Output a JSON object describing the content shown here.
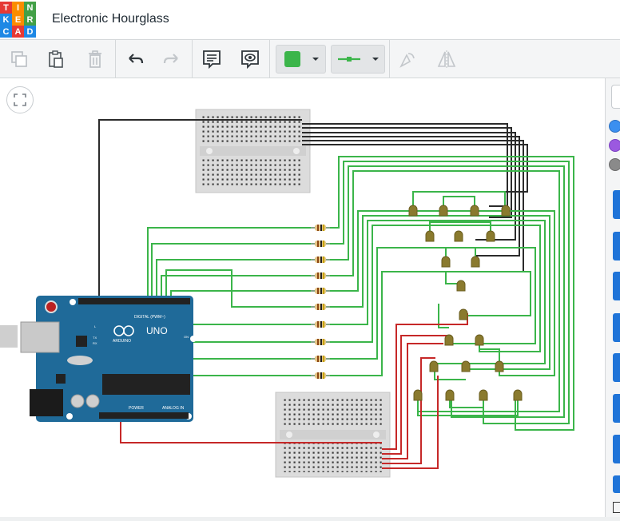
{
  "app": {
    "logo_letters": [
      "T",
      "I",
      "N",
      "K",
      "E",
      "R",
      "C",
      "A",
      "D"
    ],
    "logo_colors": [
      "#e53935",
      "#fb8c00",
      "#43a047",
      "#1e88e5",
      "#fb8c00",
      "#43a047",
      "#1e88e5",
      "#e53935",
      "#1e88e5"
    ],
    "title": "Electronic Hourglass"
  },
  "toolbar": {
    "icons": [
      "copy-icon",
      "paste-icon",
      "delete-icon",
      "undo-icon",
      "redo-icon",
      "notes-icon",
      "notes-visibility-icon",
      "color-swatch-icon",
      "wire-type-icon",
      "rotate-icon",
      "mirror-icon"
    ],
    "wire_color": "#33b54a"
  },
  "board": {
    "uno_label": "UNO",
    "digital_label": "DIGITAL (PWM~)",
    "power_label": "POWER",
    "analog_label": "ANALOG IN",
    "on_label": "ON",
    "arduino_label": "ARDUINO",
    "pin_tx": "TX",
    "pin_rx": "RX",
    "pin_l": "L"
  },
  "side_panel": {
    "swatches": [
      "#3b8ff0",
      "#9b59e0",
      "#8a8a8a"
    ],
    "accent": "#1f74d8"
  },
  "colors": {
    "wire_green": "#3bb54a",
    "wire_black": "#2b2b2b",
    "wire_red": "#c62828",
    "led": "#8a7a2e",
    "breadboard": "#dcdcdc",
    "arduino": "#1f6a99"
  }
}
